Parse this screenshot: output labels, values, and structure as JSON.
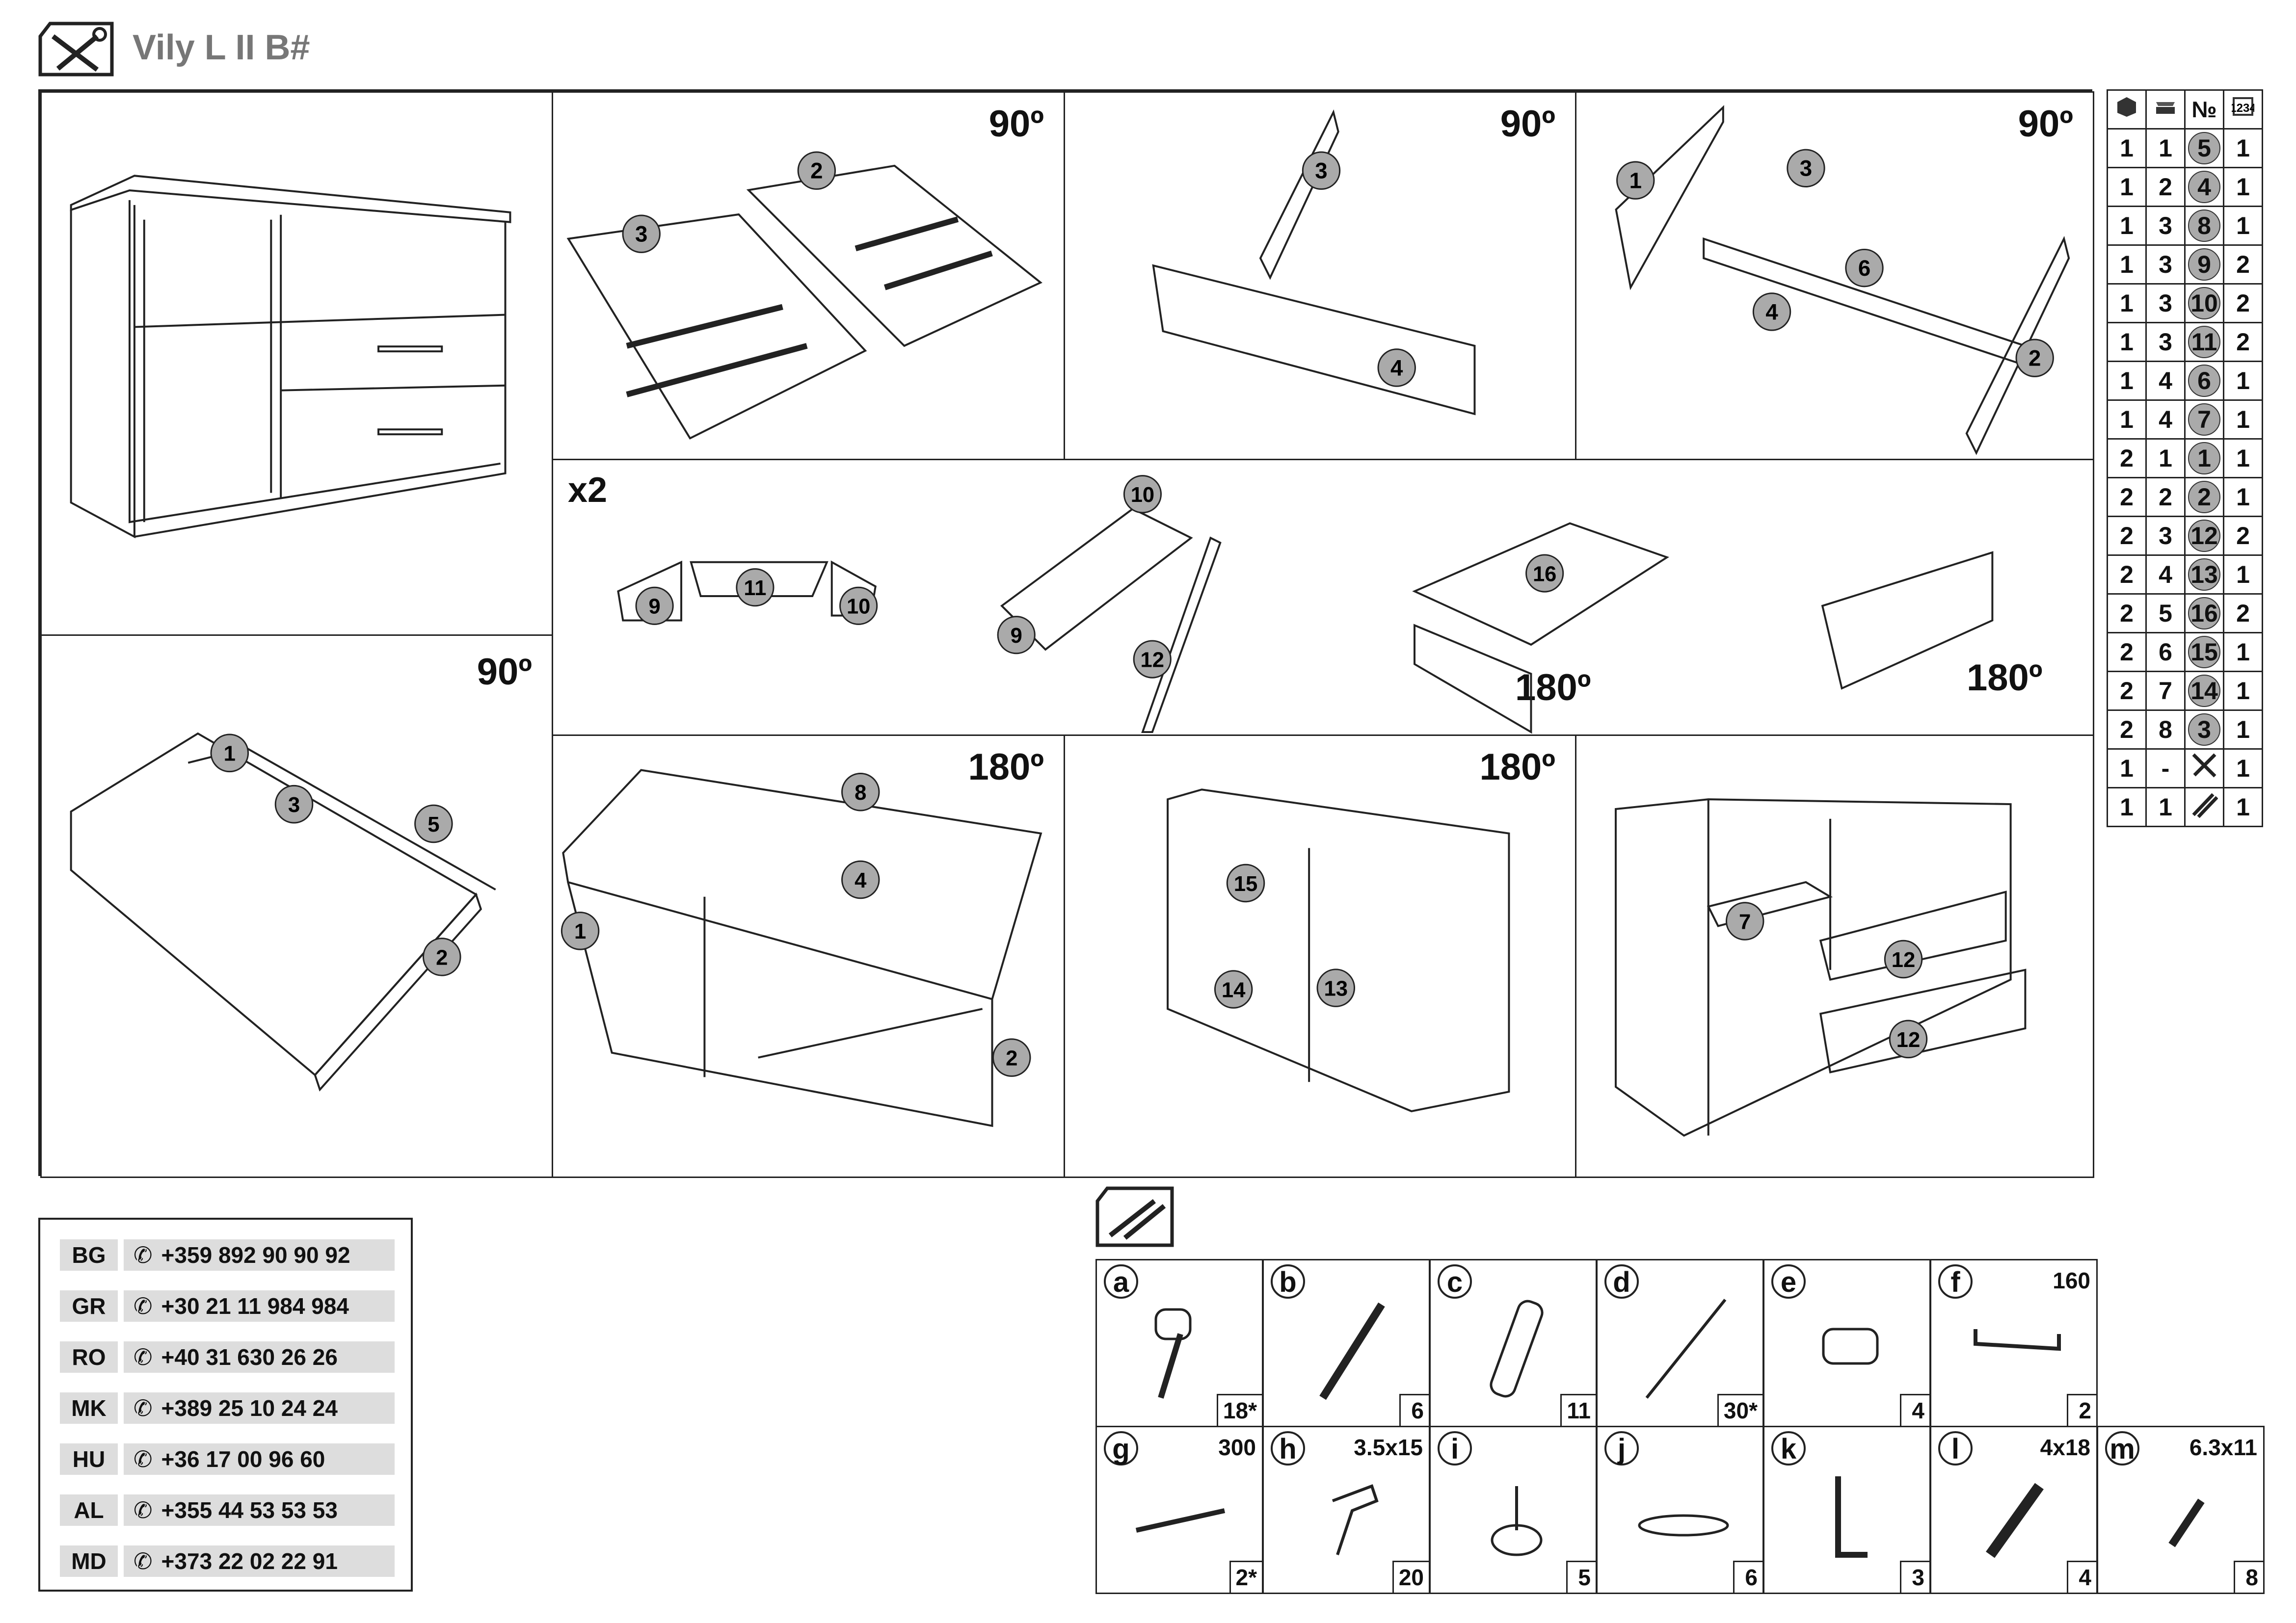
{
  "title": "Vily L II B#",
  "steps": {
    "rot_90": "90º",
    "rot_180": "180º",
    "x2": "x2"
  },
  "labels": {
    "a": "a",
    "b": "b",
    "c": "c",
    "d": "d",
    "e": "e",
    "f": "f",
    "g": "g",
    "h": "h",
    "i": "i",
    "k": "k",
    "l": "l",
    "m": "m"
  },
  "parts_header": [
    "box-icon",
    "stack-icon",
    "№",
    "count-icon"
  ],
  "parts": [
    [
      "1",
      "1",
      "5",
      "1"
    ],
    [
      "1",
      "2",
      "4",
      "1"
    ],
    [
      "1",
      "3",
      "8",
      "1"
    ],
    [
      "1",
      "3",
      "9",
      "2"
    ],
    [
      "1",
      "3",
      "10",
      "2"
    ],
    [
      "1",
      "3",
      "11",
      "2"
    ],
    [
      "1",
      "4",
      "6",
      "1"
    ],
    [
      "1",
      "4",
      "7",
      "1"
    ],
    [
      "2",
      "1",
      "1",
      "1"
    ],
    [
      "2",
      "2",
      "2",
      "1"
    ],
    [
      "2",
      "3",
      "12",
      "2"
    ],
    [
      "2",
      "4",
      "13",
      "1"
    ],
    [
      "2",
      "5",
      "16",
      "2"
    ],
    [
      "2",
      "6",
      "15",
      "1"
    ],
    [
      "2",
      "7",
      "14",
      "1"
    ],
    [
      "2",
      "8",
      "3",
      "1"
    ],
    [
      "1",
      "-",
      "tools",
      "1"
    ],
    [
      "1",
      "1",
      "screws",
      "1"
    ]
  ],
  "contacts": [
    {
      "code": "BG",
      "phone": "+359 892 90 90 92"
    },
    {
      "code": "GR",
      "phone": "+30 21 11 984 984"
    },
    {
      "code": "RO",
      "phone": "+40 31 630 26 26"
    },
    {
      "code": "MK",
      "phone": "+389 25 10 24 24"
    },
    {
      "code": "HU",
      "phone": "+36 17 00 96 60"
    },
    {
      "code": "AL",
      "phone": "+355 44 53 53 53"
    },
    {
      "code": "MD",
      "phone": "+373 22 02 22 91"
    }
  ],
  "hardware": [
    {
      "letter": "a",
      "qty": "18*",
      "dim": ""
    },
    {
      "letter": "b",
      "qty": "6",
      "dim": ""
    },
    {
      "letter": "c",
      "qty": "11",
      "dim": ""
    },
    {
      "letter": "d",
      "qty": "30*",
      "dim": ""
    },
    {
      "letter": "e",
      "qty": "4",
      "dim": ""
    },
    {
      "letter": "f",
      "qty": "2",
      "dim": "160"
    },
    {
      "letter": "g",
      "qty": "2*",
      "dim": "300"
    },
    {
      "letter": "h",
      "qty": "20",
      "dim": "3.5x15"
    },
    {
      "letter": "i",
      "qty": "5",
      "dim": ""
    },
    {
      "letter": "j",
      "qty": "6",
      "dim": ""
    },
    {
      "letter": "k",
      "qty": "3",
      "dim": ""
    },
    {
      "letter": "l",
      "qty": "4",
      "dim": "4x18"
    },
    {
      "letter": "m",
      "qty": "8",
      "dim": "6.3x11"
    }
  ]
}
